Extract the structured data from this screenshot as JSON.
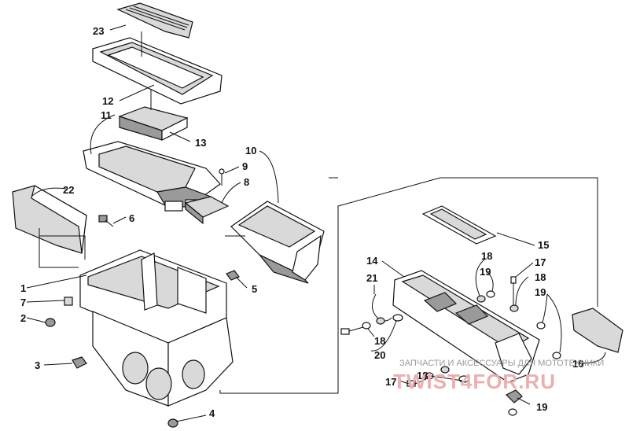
{
  "callouts": [
    "23",
    "12",
    "11",
    "13",
    "10",
    "9",
    "8",
    "22",
    "6",
    "1",
    "5",
    "7",
    "2",
    "3",
    "4",
    "15",
    "14",
    "18",
    "17",
    "21",
    "19",
    "18",
    "19",
    "18",
    "20",
    "16",
    "17",
    "18",
    "19"
  ],
  "watermark": {
    "line1": "ЗАПЧАСТИ И АКСЕССУАРЫ ДЛЯ МОТОТЕХНИКИ",
    "logo": "TWIST4FOR.RU"
  },
  "colors": {
    "ink": "#111111",
    "watermark_logo": "#e8b0b0",
    "watermark_text": "#9a9a9a"
  }
}
